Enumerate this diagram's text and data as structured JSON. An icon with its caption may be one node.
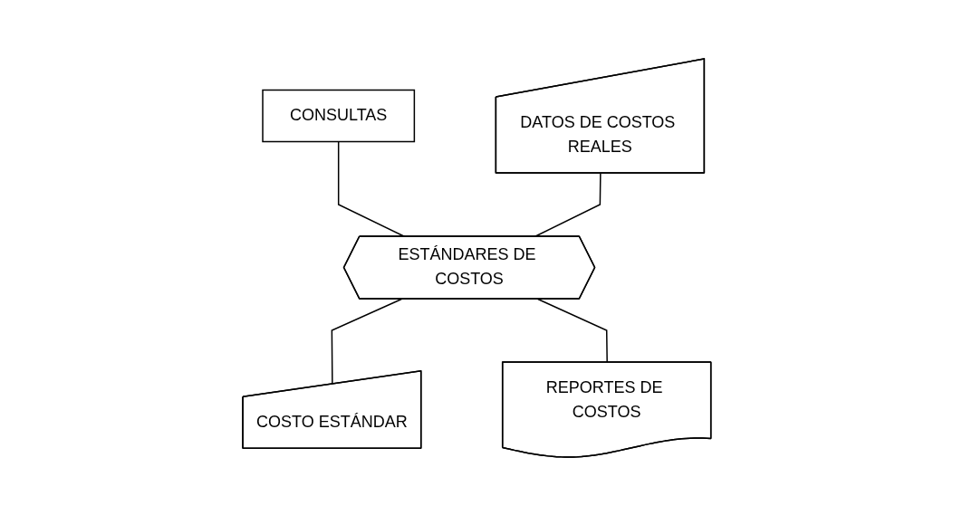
{
  "diagram": {
    "nodes": [
      {
        "text": [
          "CONSULTAS"
        ]
      },
      {
        "text": [
          "DATOS DE COSTOS REALES"
        ]
      },
      {
        "text": [
          "ESTÁNDARES DE COSTOS"
        ]
      },
      {
        "text": [
          "COSTO ESTÁNDAR"
        ]
      },
      {
        "text": [
          "REPORTES DE COSTOS"
        ]
      }
    ],
    "edges": [
      {
        "from": 0,
        "to": 2,
        "arrow": "none"
      },
      {
        "from": 1,
        "to": 2,
        "arrow": "none"
      },
      {
        "from": 2,
        "to": 3,
        "arrow": "none"
      },
      {
        "from": 2,
        "to": 4,
        "arrow": "none"
      }
    ]
  }
}
